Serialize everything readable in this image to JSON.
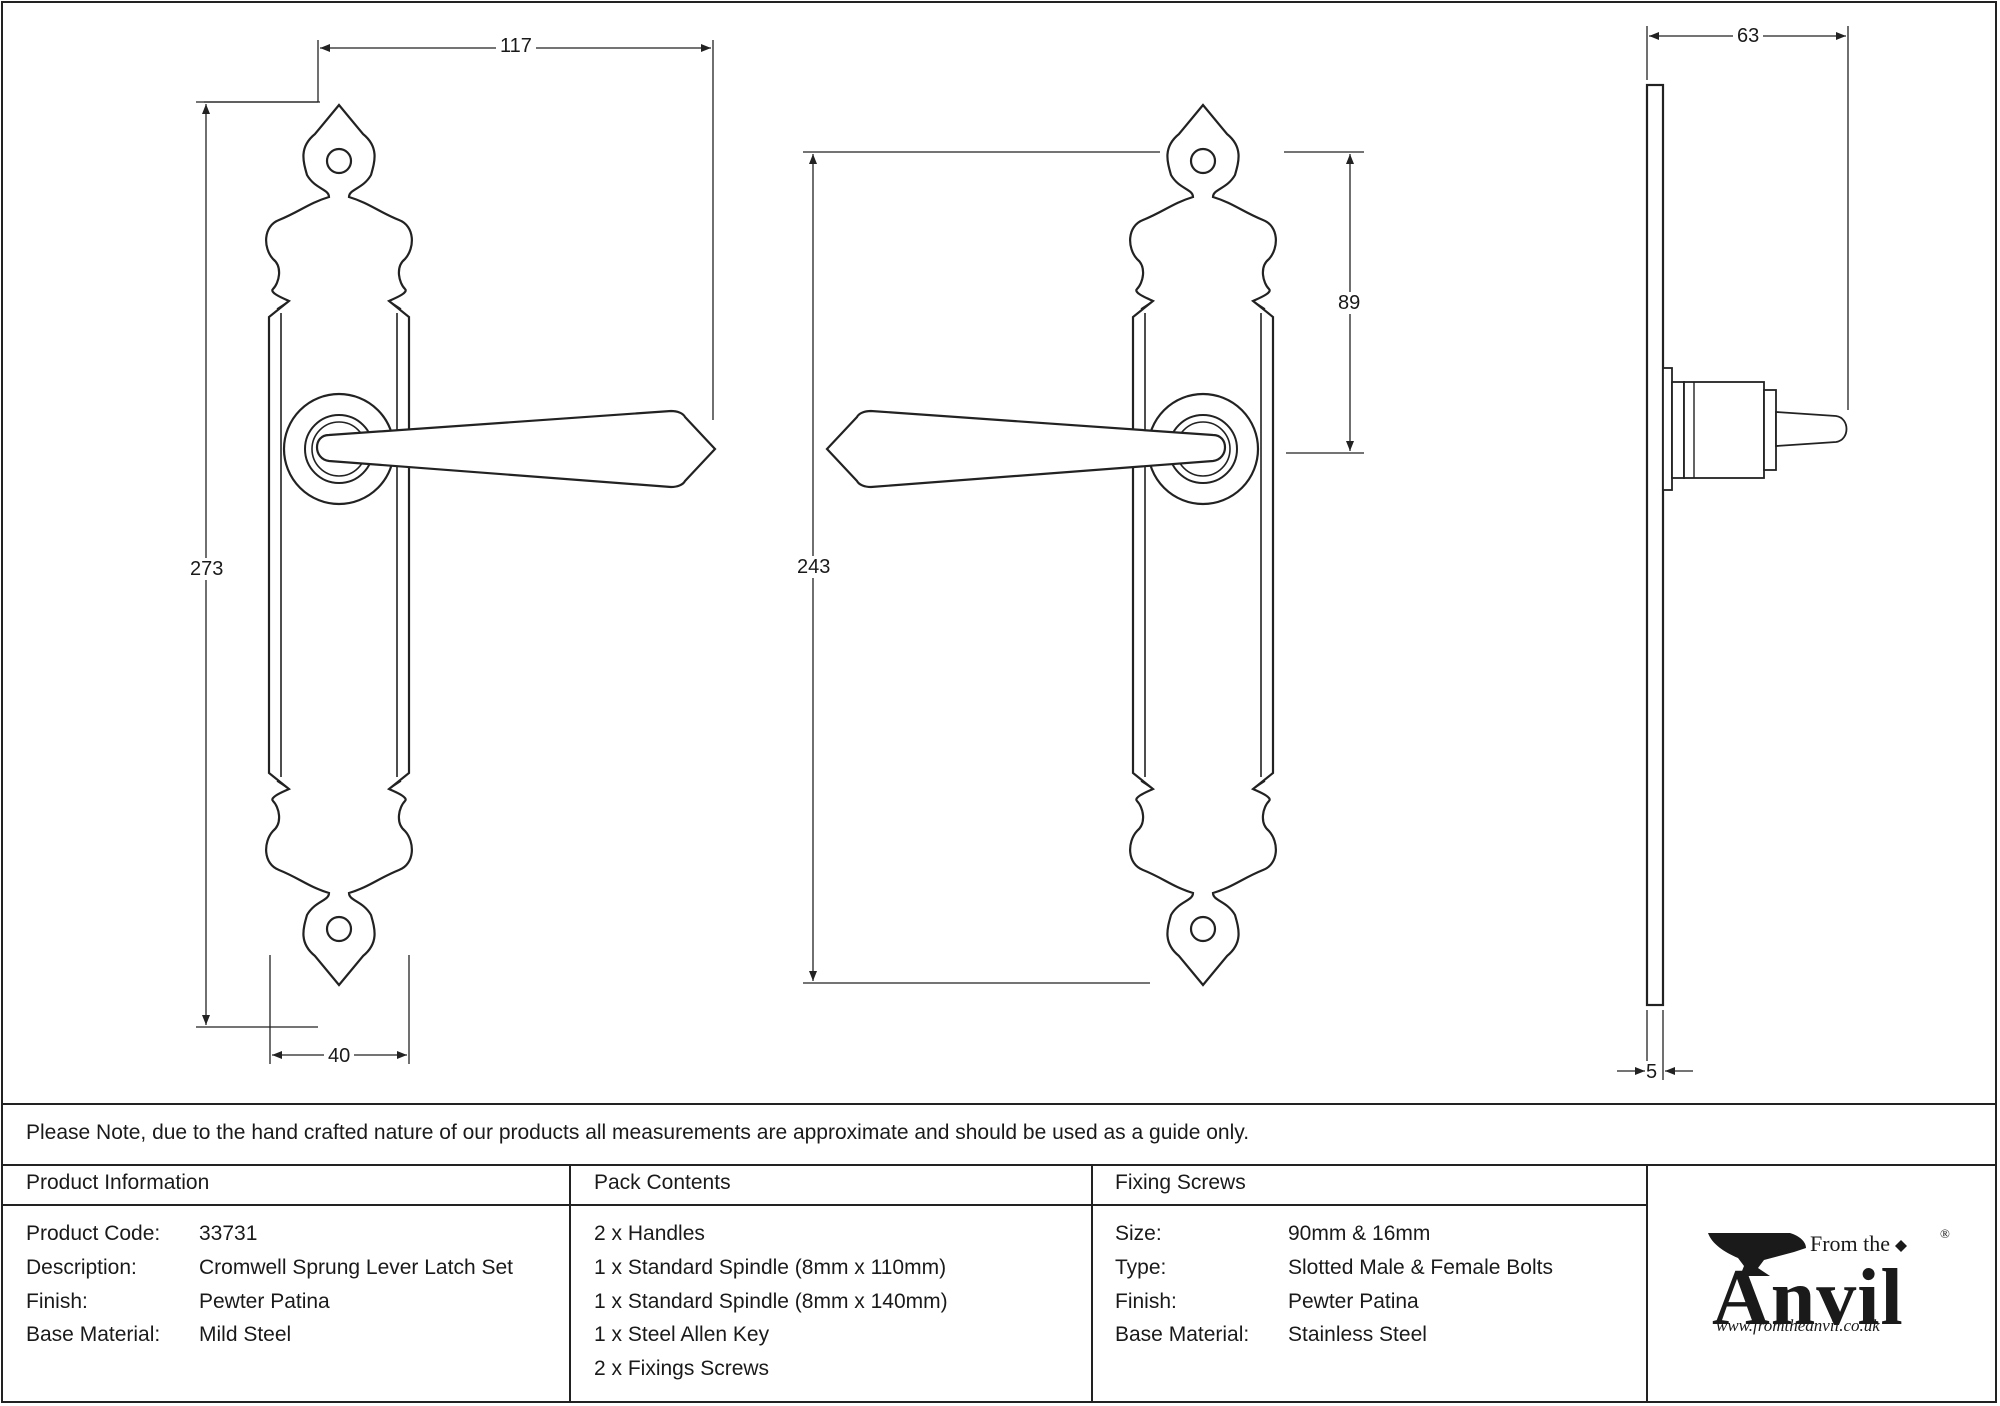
{
  "dimensions": {
    "front_width_overall": "117",
    "front_height": "273",
    "front_plate_width": "40",
    "rear_height": "243",
    "rear_centre": "89",
    "side_projection": "63",
    "side_plate_thickness": "5"
  },
  "note": "Please Note, due to the hand crafted nature of our products all measurements are approximate and should be used as a guide only.",
  "product_info": {
    "heading": "Product Information",
    "rows": [
      {
        "label": "Product Code:",
        "value": "33731"
      },
      {
        "label": "Description:",
        "value": "Cromwell Sprung Lever Latch Set"
      },
      {
        "label": "Finish:",
        "value": "Pewter Patina"
      },
      {
        "label": "Base Material:",
        "value": "Mild Steel"
      }
    ]
  },
  "pack_contents": {
    "heading": "Pack Contents",
    "items": [
      "2 x Handles",
      "1 x Standard Spindle (8mm x 110mm)",
      "1 x Standard Spindle (8mm x 140mm)",
      "1 x Steel Allen Key",
      "2 x Fixings Screws"
    ]
  },
  "fixing_screws": {
    "heading": "Fixing Screws",
    "rows": [
      {
        "label": "Size:",
        "value": "90mm & 16mm"
      },
      {
        "label": "Type:",
        "value": "Slotted Male & Female Bolts"
      },
      {
        "label": "Finish:",
        "value": "Pewter Patina"
      },
      {
        "label": "Base Material:",
        "value": "Stainless Steel"
      }
    ]
  },
  "logo": {
    "from_the": "From the",
    "anvil": "Anvil",
    "registered": "®",
    "url": "www.fromtheanvil.co.uk"
  }
}
